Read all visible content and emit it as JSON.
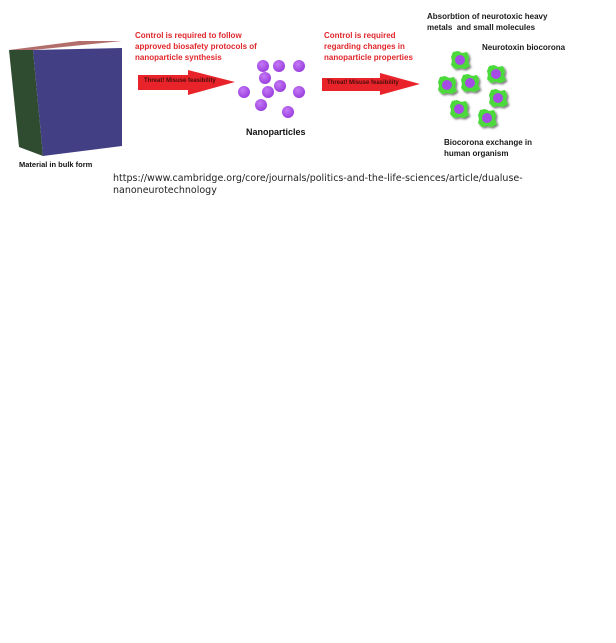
{
  "diagram": {
    "stage1": {
      "label": "Material in bulk form",
      "cube_colors": {
        "front": "#423f84",
        "top": "#b26e6a",
        "side": "#2e4d2e"
      }
    },
    "transition1": {
      "control_text_lines": [
        "Control is required to follow",
        "approved biosafety protocols of",
        "nanoparticle synthesis"
      ],
      "arrow_label": "Threat! Misuse feasibility"
    },
    "stage2": {
      "label": "Nanoparticles",
      "particle_color": "#a64be6",
      "particle_count": 10
    },
    "transition2": {
      "control_text_lines": [
        "Control is required",
        "regarding changes in",
        "nanoparticle properties"
      ],
      "arrow_label": "Threat! Misuse feasibility"
    },
    "stage3": {
      "top_text_lines": [
        "Absorbtion of neurotoxic heavy",
        "metals  and small molecules"
      ],
      "corona_label": "Neurotoxin biocorona",
      "bottom_text_lines": [
        "Biocorona exchange in",
        "human organism"
      ],
      "corona_color": "#4cd93a",
      "core_color": "#a64be6",
      "particle_count": 7
    },
    "arrow_color": "#e8242a",
    "control_text_color": "#e0262b"
  },
  "source": {
    "url_line1": "https://www.cambridge.org/core/journals/politics-and-the-life-sciences/article/dualuse-",
    "url_line2": "nanoneurotechnology"
  }
}
